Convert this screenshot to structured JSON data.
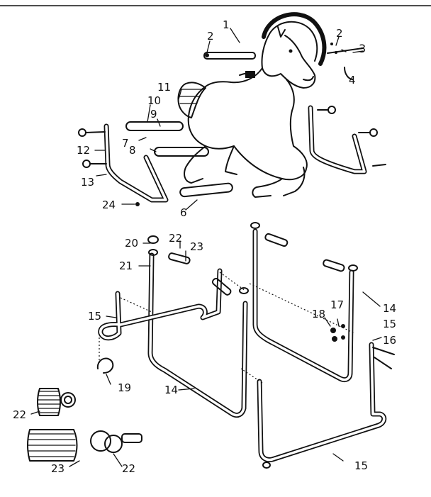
{
  "labels": [
    {
      "id": "p1",
      "text": "1"
    },
    {
      "id": "p2a",
      "text": "2"
    },
    {
      "id": "p2b",
      "text": "2"
    },
    {
      "id": "p3",
      "text": "3"
    },
    {
      "id": "p4",
      "text": "4"
    },
    {
      "id": "p6",
      "text": "6"
    },
    {
      "id": "p7",
      "text": "7"
    },
    {
      "id": "p8",
      "text": "8"
    },
    {
      "id": "p9",
      "text": "9"
    },
    {
      "id": "p10",
      "text": "10"
    },
    {
      "id": "p11",
      "text": "11"
    },
    {
      "id": "p12",
      "text": "12"
    },
    {
      "id": "p13",
      "text": "13"
    },
    {
      "id": "p14a",
      "text": "14"
    },
    {
      "id": "p14b",
      "text": "14"
    },
    {
      "id": "p15a",
      "text": "15"
    },
    {
      "id": "p15b",
      "text": "15"
    },
    {
      "id": "p15c",
      "text": "15"
    },
    {
      "id": "p16",
      "text": "16"
    },
    {
      "id": "p17",
      "text": "17"
    },
    {
      "id": "p18",
      "text": "18"
    },
    {
      "id": "p19",
      "text": "19"
    },
    {
      "id": "p20",
      "text": "20"
    },
    {
      "id": "p21",
      "text": "21"
    },
    {
      "id": "p22a",
      "text": "22"
    },
    {
      "id": "p22b",
      "text": "22"
    },
    {
      "id": "p22c",
      "text": "22"
    },
    {
      "id": "p23a",
      "text": "23"
    },
    {
      "id": "p23b",
      "text": "23"
    },
    {
      "id": "p24",
      "text": "24"
    }
  ]
}
